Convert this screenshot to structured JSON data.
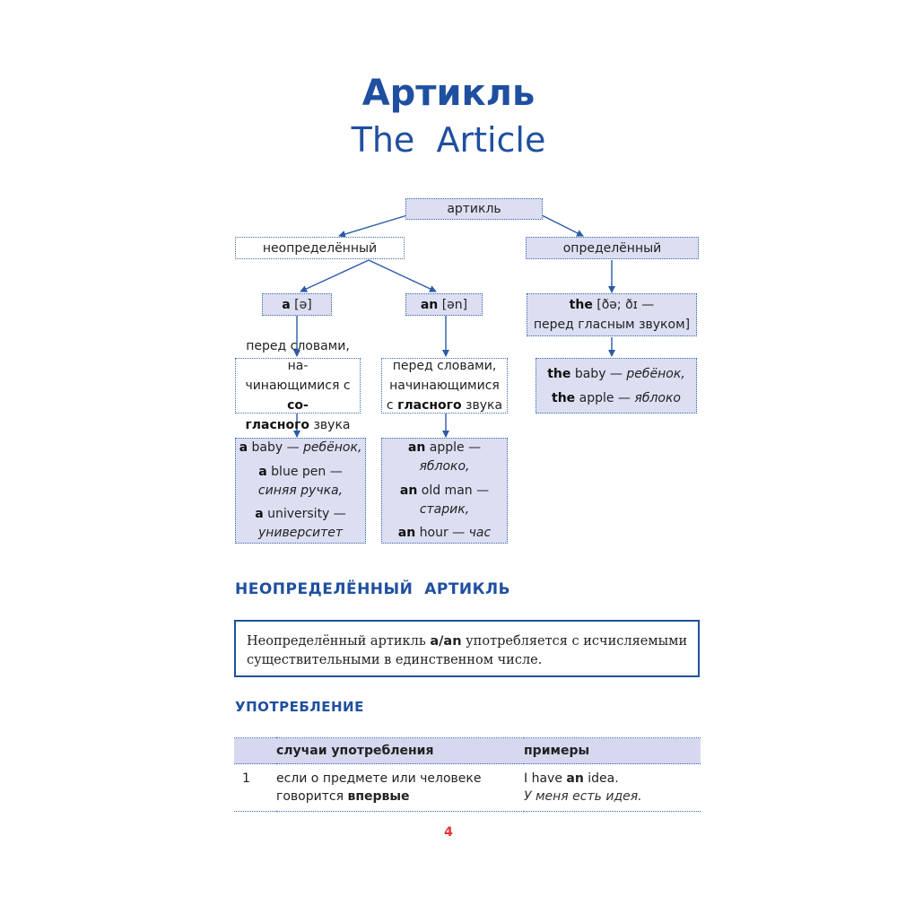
{
  "title": {
    "ru": "Артикль",
    "en": "The  Article"
  },
  "tree": {
    "root": "артикль",
    "indefinite": "неопределённый",
    "definite": "определённый",
    "a_label": {
      "word": "a",
      "transcription": "[ə]"
    },
    "an_label": {
      "word": "an",
      "transcription": "[ən]"
    },
    "the_label": {
      "word": "the",
      "transcription": "[ðə; ðɪ —",
      "note": "перед гласным звуком]"
    },
    "a_rule": {
      "line1": "перед словами, на-",
      "line2_pre": "чинающимися с ",
      "line2_bold": "со-",
      "line3_bold": "гласного",
      "line3_post": " звука"
    },
    "an_rule": {
      "line1": "перед словами,",
      "line2": "начинающимися",
      "line3_pre": "с ",
      "line3_bold": "гласного",
      "line3_post": " звука"
    },
    "a_examples": [
      {
        "art": "a",
        "word": " baby — ",
        "tr": "ребёнок,",
        "tr_line2": ""
      },
      {
        "art": "a",
        "word": " blue pen —",
        "tr": "",
        "tr_line2": "синяя ручка,"
      },
      {
        "art": "a",
        "word": " university —",
        "tr": "",
        "tr_line2": "университет"
      }
    ],
    "an_examples": [
      {
        "art": "an",
        "word": " apple —",
        "tr": "",
        "tr_line2": "яблоко,"
      },
      {
        "art": "an",
        "word": " old man —",
        "tr": "",
        "tr_line2": "старик,"
      },
      {
        "art": "an",
        "word": " hour — ",
        "tr": "час",
        "tr_line2": ""
      }
    ],
    "the_examples": [
      {
        "art": "the",
        "word": " baby — ",
        "tr": "ребёнок,"
      },
      {
        "art": "the",
        "word": " apple — ",
        "tr": "яблоко"
      }
    ]
  },
  "section_indefinite": {
    "heading": "НЕОПРЕДЕЛЁННЫЙ  АРТИКЛЬ",
    "rule_pre": "Неопределённый артикль ",
    "rule_bold": "a/an",
    "rule_post": " употребляется с исчисляемыми существительными в единственном числе."
  },
  "usage": {
    "heading": "УПОТРЕБЛЕНИЕ",
    "col_cases": "случаи употребления",
    "col_examples": "примеры",
    "rows": [
      {
        "num": "1",
        "case_pre": "если о предмете или человеке говорится ",
        "case_bold": "впервые",
        "ex_pre": "I have ",
        "ex_bold": "an",
        "ex_post": " idea.",
        "ex_tr": "У меня есть идея."
      }
    ]
  },
  "page_number": "4",
  "colors": {
    "accent": "#1f4fa0",
    "box_fill": "#dcdff2",
    "page_number": "#e23434"
  }
}
